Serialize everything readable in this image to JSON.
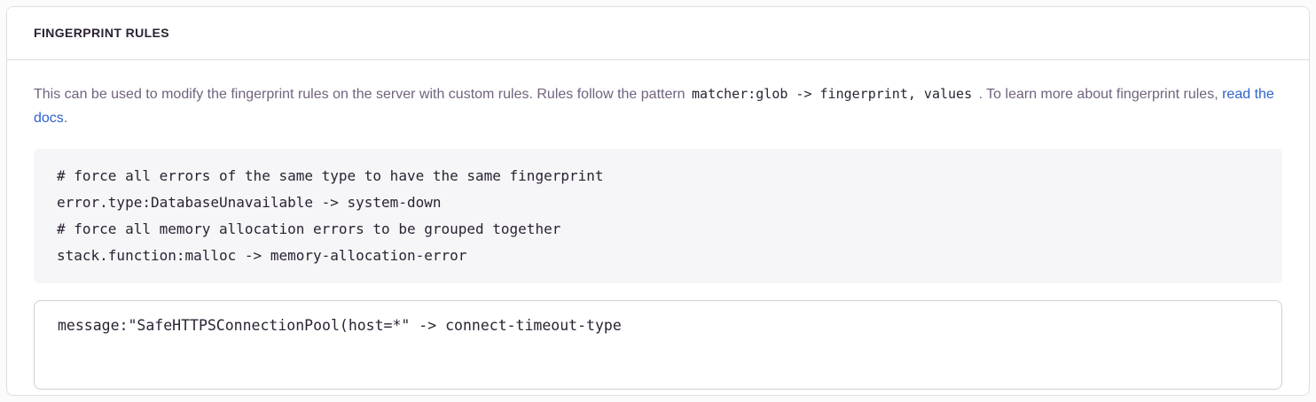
{
  "colors": {
    "title_text": "#2b2233",
    "body_text": "#71637e",
    "link": "#2f62cc",
    "code_text": "#2b2233",
    "example_background": "#f6f6f8",
    "panel_border": "#e0dce5"
  },
  "panel": {
    "title": "FINGERPRINT RULES",
    "description": {
      "text_before_code": "This can be used to modify the fingerprint rules on the server with custom rules. Rules follow the pattern",
      "pattern_code": "matcher:glob -> fingerprint, values",
      "text_after_code": ". To learn more about fingerprint rules,",
      "link_label": "read the docs",
      "period": "."
    },
    "example": {
      "code": "# force all errors of the same type to have the same fingerprint\nerror.type:DatabaseUnavailable -> system-down\n# force all memory allocation errors to be grouped together\nstack.function:malloc -> memory-allocation-error"
    },
    "rules_input": {
      "value": "message:\"SafeHTTPSConnectionPool(host=*\" -> connect-timeout-type"
    }
  }
}
